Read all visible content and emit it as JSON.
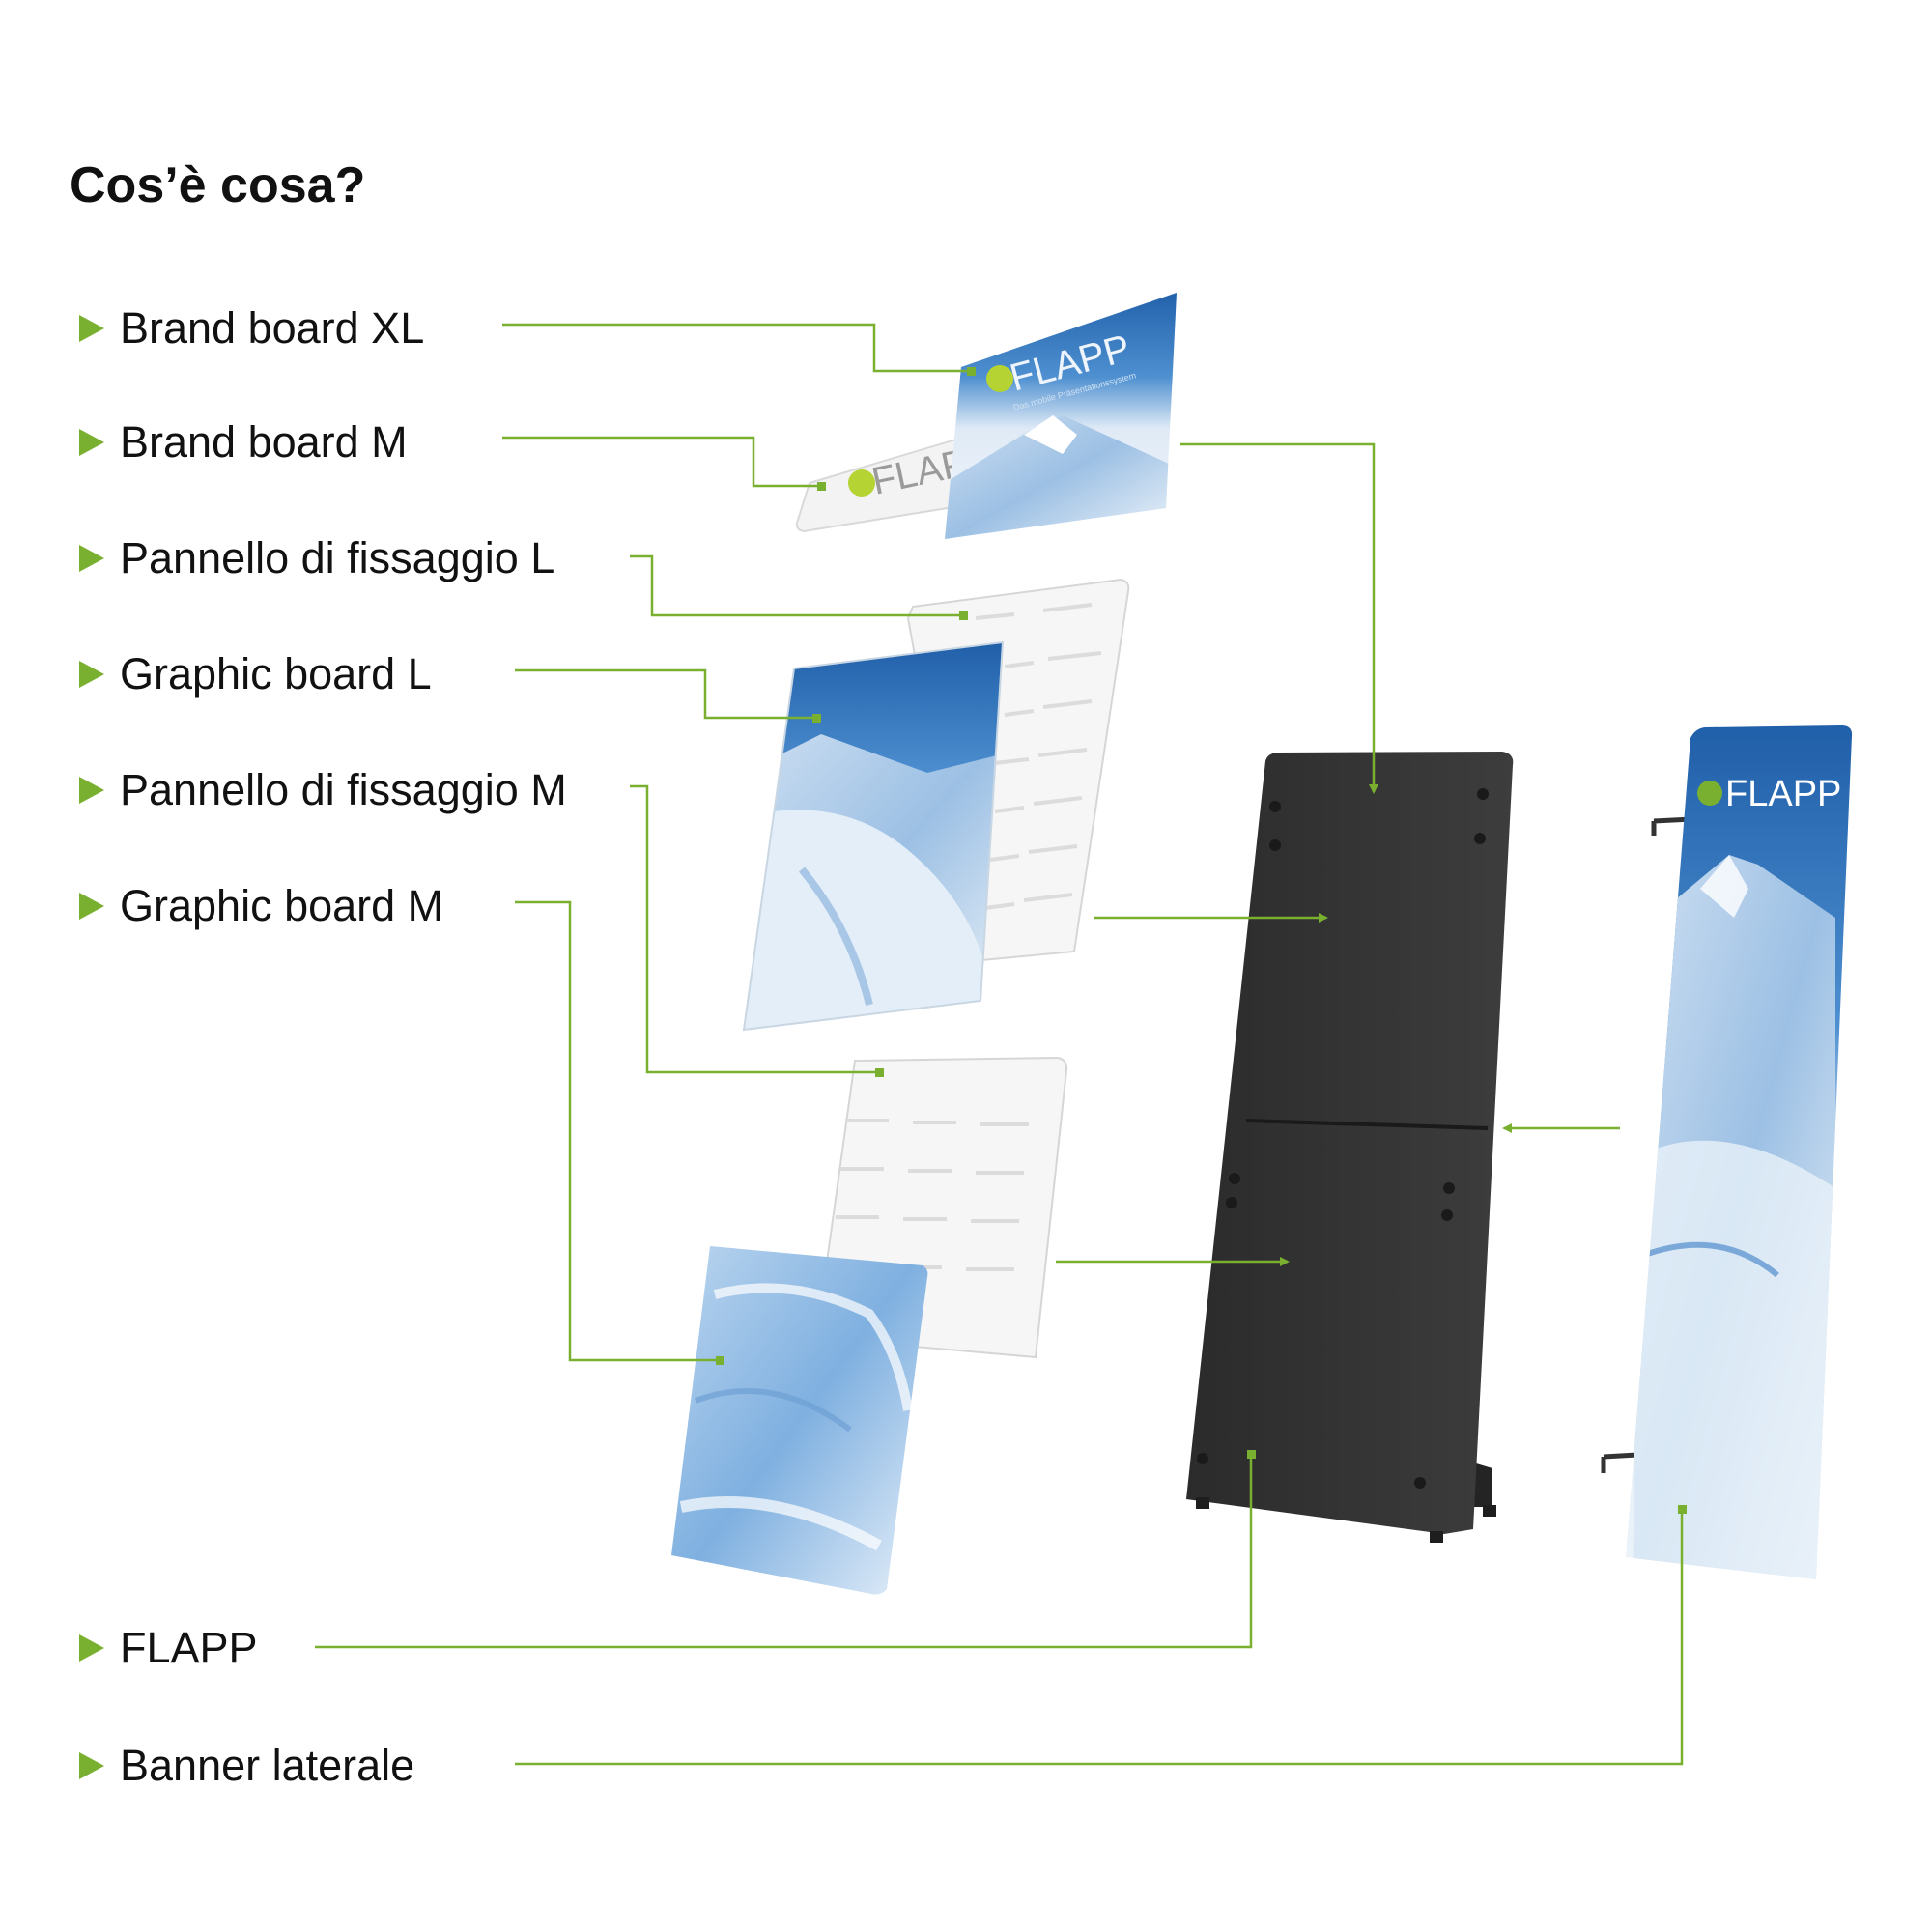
{
  "title": "Cos’è cosa?",
  "colors": {
    "accent": "#7ab030",
    "text": "#111111",
    "stand": "#2f2f2f",
    "sky": "#2f6fb4"
  },
  "labels": [
    {
      "id": "brand-board-xl",
      "text": "Brand board XL"
    },
    {
      "id": "brand-board-m",
      "text": "Brand board M"
    },
    {
      "id": "pannello-fissaggio-l",
      "text": "Pannello di fissaggio L"
    },
    {
      "id": "graphic-board-l",
      "text": "Graphic board L"
    },
    {
      "id": "pannello-fissaggio-m",
      "text": "Pannello di fissaggio M"
    },
    {
      "id": "graphic-board-m",
      "text": "Graphic board M"
    },
    {
      "id": "flapp",
      "text": "FLAPP"
    },
    {
      "id": "banner-laterale",
      "text": "Banner laterale"
    }
  ],
  "logo": {
    "text": "FLAPP",
    "tagline": "Das mobile Präsentationssystem"
  }
}
